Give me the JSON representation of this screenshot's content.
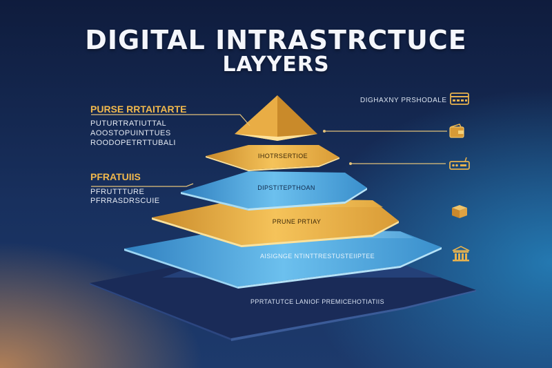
{
  "title": {
    "line1": "DIGITAL  INTRASTRCTUCE",
    "line2": "LAYYERS"
  },
  "left_labels": [
    {
      "heading": "PURSE RRTAITARTE",
      "lines": [
        "PUTURTRATIUTTAL",
        "AOOSTOPUINTTUES",
        "ROODOPETRTTUBALI"
      ]
    },
    {
      "heading": "PFRATUIIS",
      "lines": [
        "PFRUTTTURE",
        "PFRRASDRSCUIE"
      ]
    }
  ],
  "right_label": "DIGHAXNY  PRSHODALE",
  "layers": [
    {
      "text": "IHOTRSERTIOE"
    },
    {
      "text": "DIPSTITEPTHOAN"
    },
    {
      "text": "PRUNE  PRTIAY"
    },
    {
      "text": "AISIGNGE NTINTTRESTUSTEIIPTEE"
    },
    {
      "text": "PPRTATUTCE LANIOF PREMICEHOTIATIIS"
    }
  ],
  "icons": [
    "card-icon",
    "wallet-icon",
    "router-icon",
    "box-icon",
    "building-icon"
  ],
  "colors": {
    "gold": "#f2b94c",
    "blue": "#5fb3e5",
    "navy": "#1b2d57",
    "text": "#f4f6fb"
  }
}
